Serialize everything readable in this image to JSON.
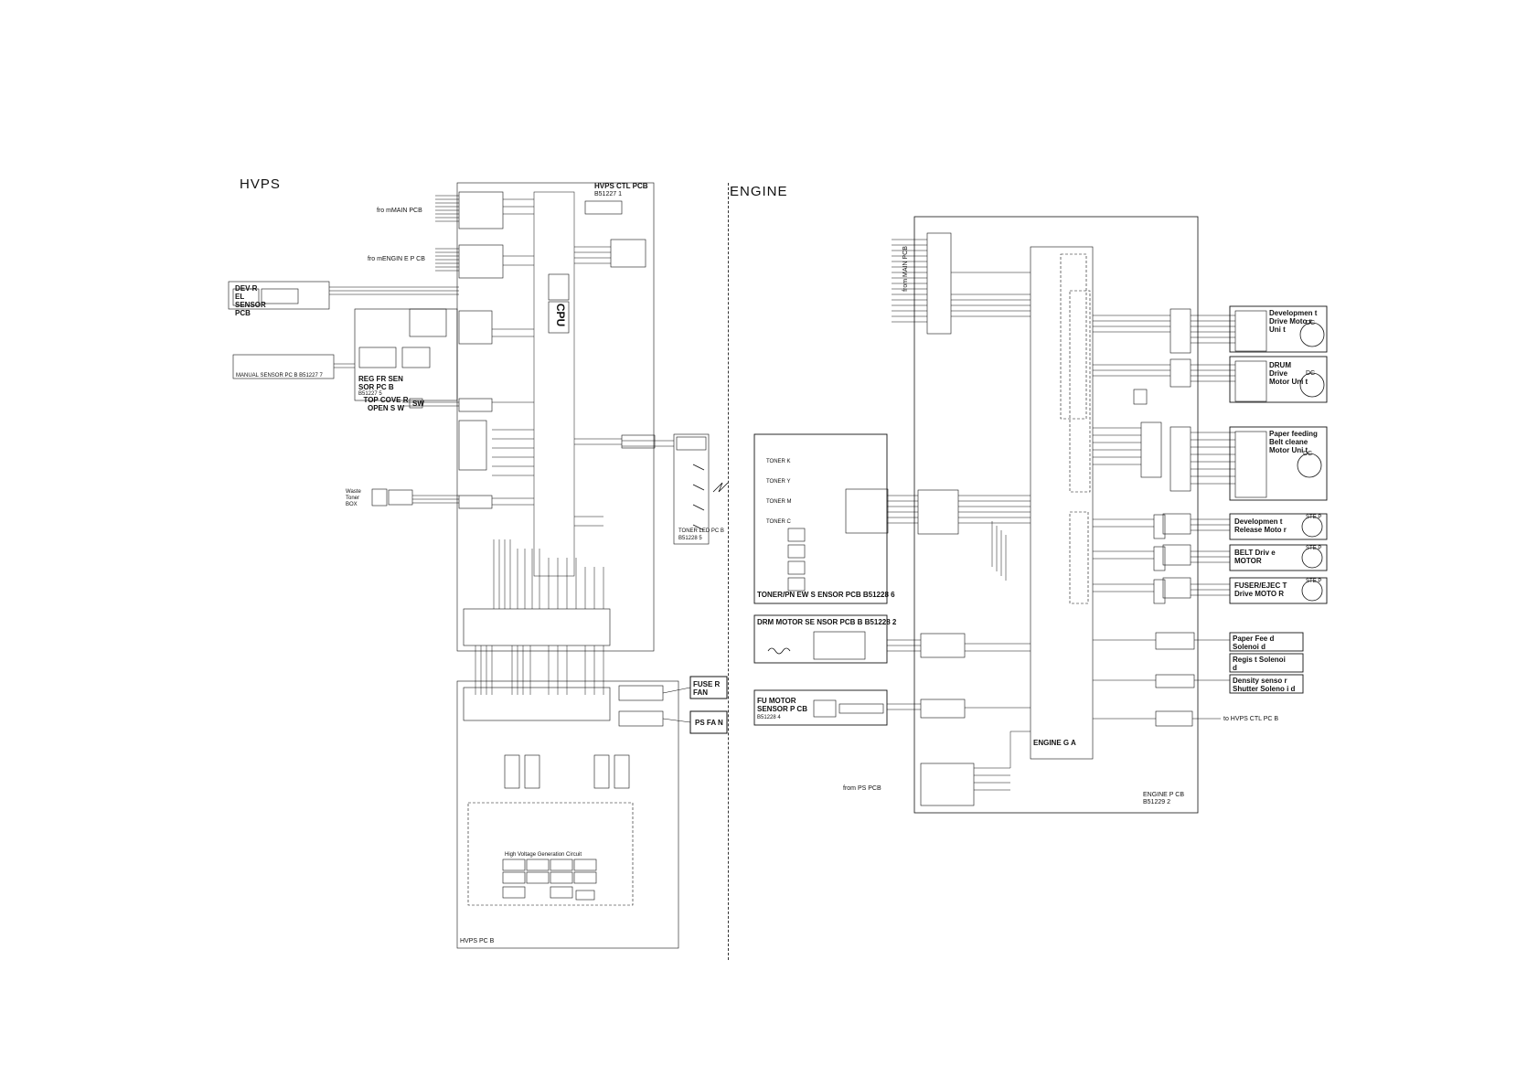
{
  "sections": {
    "hvps": "HVPS",
    "engine": "ENGINE"
  },
  "hvps_side": {
    "ctl_board_title": "HVPS CTL PCB",
    "ctl_board_code": "B51227 1",
    "cpu": "CPU",
    "from_main": "fro mMAIN PCB",
    "from_engine": "fro mENGIN E P CB",
    "dev_sensor": "DEV-R EL SENSOR PCB",
    "manual_sensor": "MANUAL SENSOR PC B B51227 7",
    "reg_sensor": "REG FR SEN SOR PC B",
    "reg_sensor_code": "B51227 5",
    "top_cover": "TOP COVE R OPEN S W",
    "sw": "SW",
    "waste_box": "Waste Toner BOX",
    "toner_led": "TONER LED PC B",
    "toner_led_code": "B51228 5",
    "hvps_pcb": "HVPS PC B",
    "fuser_fan": "FUSE R FAN",
    "ps_fan": "PS FA N",
    "hv_gen": "High Voltage Generation Circuit"
  },
  "engine_side": {
    "from_main": "from MAIN PCB",
    "from_ps": "from PS PCB",
    "engine_ga": "ENGINE G A",
    "engine_pcb": "ENGINE P CB",
    "engine_pcb_code": "B51229 2",
    "toner_sensor": "TONER/PN EW S ENSOR PCB B51228 6",
    "drm_motor_sensor": "DRM MOTOR SE NSOR PCB B B51228 2",
    "fu_motor_sensor": "FU MOTOR SENSOR P CB",
    "fu_motor_code": "B51228 4",
    "dev_drive_motor": "Developmen t Drive Moto r Uni t",
    "drum_drive_motor": "DRUM Drive Motor Uni t",
    "paper_feed_motor": "Paper feeding Belt cleane Motor Uni t",
    "dev_release_motor": "Developmen t Release Moto r",
    "belt_drive_motor": "BELT Driv e MOTOR",
    "fuser_drive_motor": "FUSER/EJEC T Drive MOTO R",
    "paper_feed_solenoid": "Paper Fee d Solenoi d",
    "regist_solenoid": "Regis t Solenoi d",
    "density_shutter": "Density senso r Shutter Soleno i d",
    "to_hvps": "to HVPS CTL PC B",
    "dc": "DC",
    "step": "STE P",
    "toner_k": "TONER K",
    "toner_y": "TONER Y",
    "toner_m": "TONER M",
    "toner_c": "TONER C"
  }
}
